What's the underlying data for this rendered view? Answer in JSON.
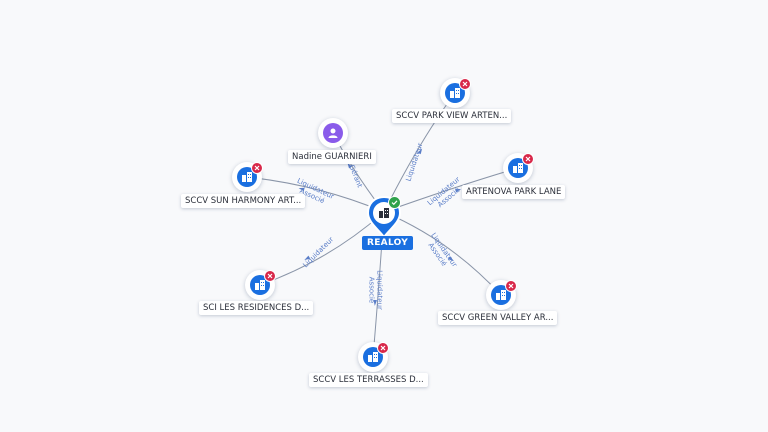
{
  "colors": {
    "company": "#1a6fe0",
    "person": "#8a5bea",
    "closed_badge": "#d8284a",
    "active_badge": "#2fa24c",
    "edge_label": "#5b7ec8"
  },
  "center": {
    "label": "REALOY",
    "icon": "building-icon",
    "status": "active"
  },
  "nodes": [
    {
      "id": "park_view",
      "label": "SCCV PARK VIEW ARTEN...",
      "icon": "building-icon",
      "status": "closed"
    },
    {
      "id": "nadine",
      "label": "Nadine GUARNIERI",
      "icon": "person-icon",
      "status": "none"
    },
    {
      "id": "artenova",
      "label": "ARTENOVA PARK LANE",
      "icon": "building-icon",
      "status": "closed"
    },
    {
      "id": "sun_harmony",
      "label": "SCCV SUN HARMONY ART...",
      "icon": "building-icon",
      "status": "closed"
    },
    {
      "id": "residences",
      "label": "SCI LES RESIDENCES D...",
      "icon": "building-icon",
      "status": "closed"
    },
    {
      "id": "green_valley",
      "label": "SCCV GREEN VALLEY AR...",
      "icon": "building-icon",
      "status": "closed"
    },
    {
      "id": "terrasses",
      "label": "SCCV LES TERRASSES D...",
      "icon": "building-icon",
      "status": "closed"
    }
  ],
  "edges": [
    {
      "to": "park_view",
      "lines": [
        "Liquidateur"
      ]
    },
    {
      "to": "nadine",
      "lines": [
        "Gérant"
      ]
    },
    {
      "to": "artenova",
      "lines": [
        "Liquidateur",
        "Associé"
      ]
    },
    {
      "to": "sun_harmony",
      "lines": [
        "Liquidateur",
        "Associé"
      ]
    },
    {
      "to": "residences",
      "lines": [
        "Liquidateur"
      ]
    },
    {
      "to": "green_valley",
      "lines": [
        "Liquidateur",
        "Associé"
      ]
    },
    {
      "to": "terrasses",
      "lines": [
        "Liquidateur",
        "Associé"
      ]
    }
  ]
}
